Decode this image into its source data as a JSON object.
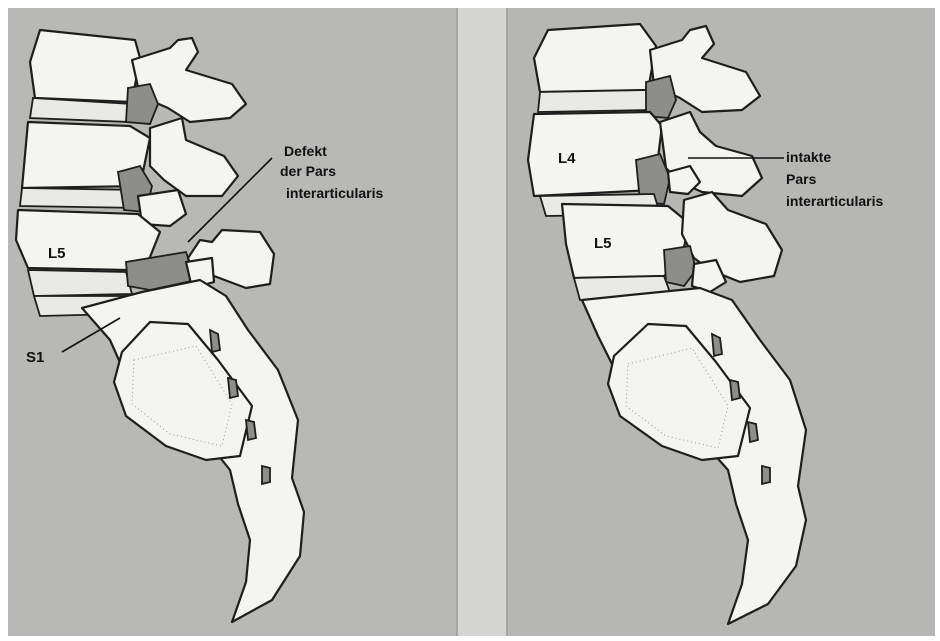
{
  "colors": {
    "background": "#b8b8b6",
    "divider": "#d4d4d2",
    "bone": "#f4f4f1",
    "outline": "#1e1e1e"
  },
  "left_panel": {
    "label_defect_line1": "Defekt",
    "label_defect_line2": "der Pars",
    "label_defect_line3": "interarticularis",
    "label_l5": "L5",
    "label_s1": "S1"
  },
  "right_panel": {
    "label_intact_line1": "intakte",
    "label_intact_line2": "Pars",
    "label_intact_line3": "interarticularis",
    "label_l4": "L4",
    "label_l5": "L5"
  }
}
